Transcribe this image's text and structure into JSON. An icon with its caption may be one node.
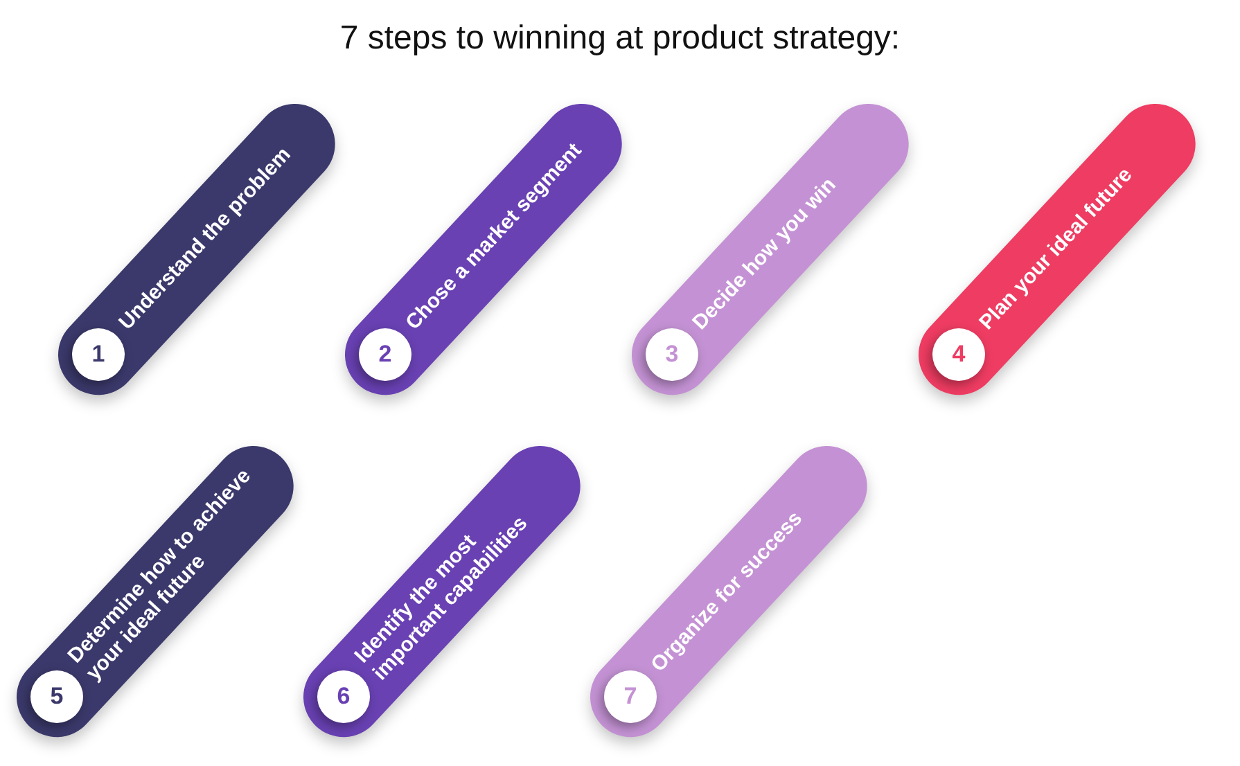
{
  "diagram": {
    "title": "7 steps to winning at product strategy:",
    "nodes": [
      {
        "text": [
          "Understand the problem"
        ]
      },
      {
        "text": [
          "1"
        ],
        "in": 0
      },
      {
        "text": [
          "Chose a market segment"
        ]
      },
      {
        "text": [
          "2"
        ],
        "in": 2
      },
      {
        "text": [
          "Decide how you win"
        ]
      },
      {
        "text": [
          "3"
        ],
        "in": 4
      },
      {
        "text": [
          "Plan your ideal future"
        ]
      },
      {
        "text": [
          "4"
        ],
        "in": 6
      },
      {
        "text": [
          "Determine how to achieve your ideal future"
        ]
      },
      {
        "text": [
          "5"
        ],
        "in": 8
      },
      {
        "text": [
          "Identify the most important capabilities"
        ]
      },
      {
        "text": [
          "6"
        ],
        "in": 10
      },
      {
        "text": [
          "Organize for success"
        ]
      },
      {
        "text": [
          "7"
        ],
        "in": 12
      }
    ]
  }
}
